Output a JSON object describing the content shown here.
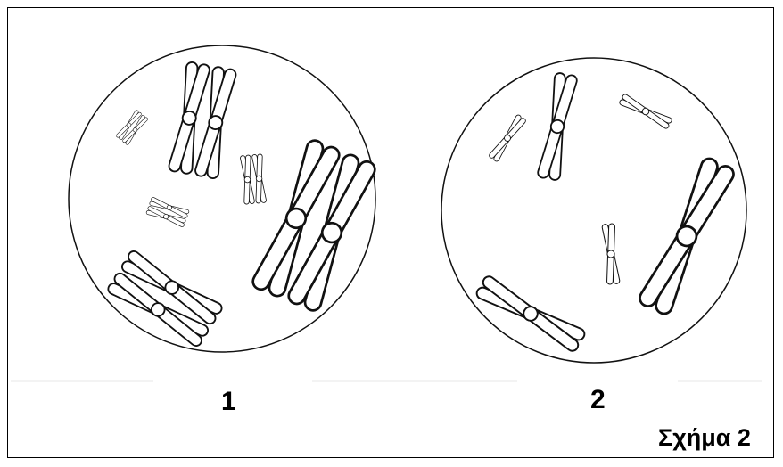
{
  "labels": {
    "cell_1": "1",
    "cell_2": "2",
    "caption": "Σχήμα 2"
  }
}
